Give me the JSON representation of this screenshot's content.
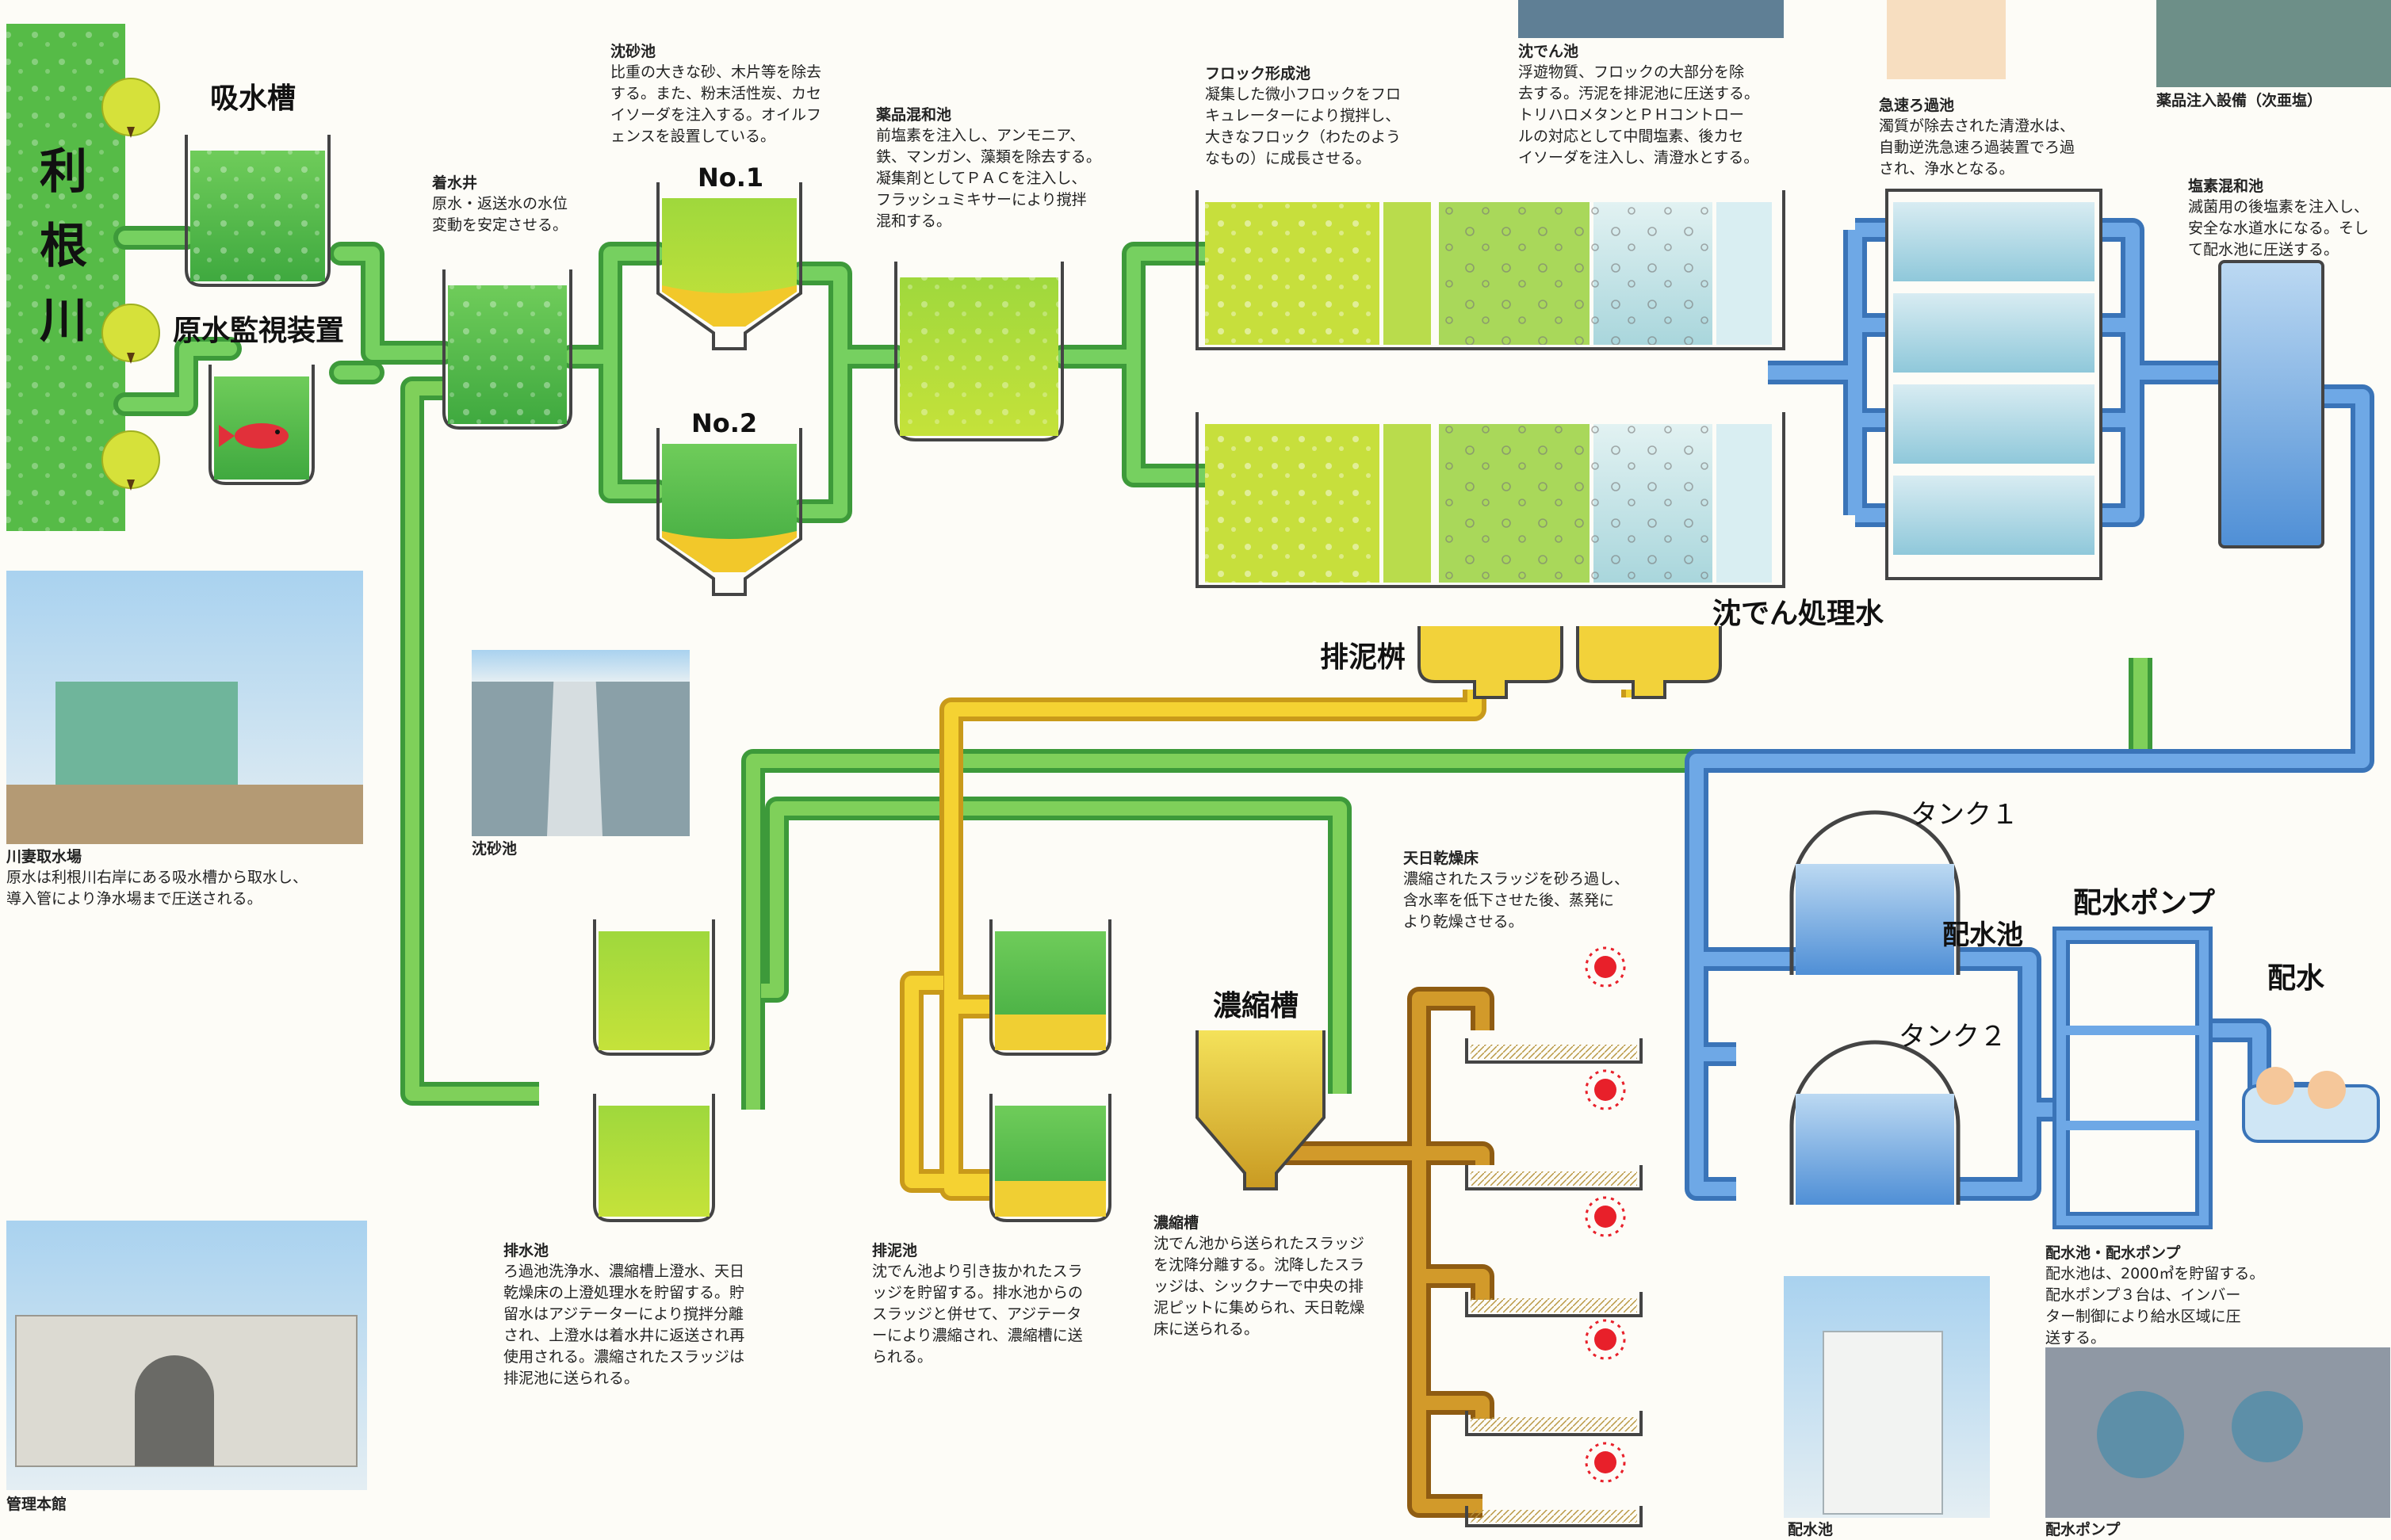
{
  "river": {
    "label_1": "利",
    "label_2": "根",
    "label_3": "川"
  },
  "labels": {
    "intake_tank": "吸水槽",
    "monitor": "原水監視装置",
    "no1": "No.1",
    "no2": "No.2",
    "mud_pit": "排泥桝",
    "settled_water": "沈でん処理水",
    "thickener": "濃縮槽",
    "tank1": "タンク１",
    "tank2": "タンク２",
    "reservoir": "配水池",
    "pump": "配水ポンプ",
    "distribution": "配水"
  },
  "captions": {
    "receiving_well": {
      "title": "着水井",
      "body": "原水・返送水の水位\n変動を安定させる。"
    },
    "grit": {
      "title": "沈砂池",
      "body": "比重の大きな砂、木片等を除去\nする。また、粉末活性炭、カセ\nイソーダを注入する。オイルフ\nェンスを設置している。"
    },
    "chem_mix": {
      "title": "薬品混和池",
      "body": "前塩素を注入し、アンモニア、\n鉄、マンガン、藻類を除去する。\n凝集剤としてＰＡＣを注入し、\nフラッシュミキサーにより撹拌\n混和する。"
    },
    "floc": {
      "title": "フロック形成池",
      "body": "凝集した微小フロックをフロ\nキュレーターにより撹拌し、\n大きなフロック（わたのよう\nなもの）に成長させる。"
    },
    "sediment": {
      "title": "沈でん池",
      "body": "浮遊物質、フロックの大部分を除\n去する。汚泥を排泥池に圧送する。\nトリハロメタンとＰＨコントロー\nルの対応として中間塩素、後カセ\nイソーダを注入し、清澄水とする。"
    },
    "rapid_filter": {
      "title": "急速ろ過池",
      "body": "濁質が除去された清澄水は、\n自動逆洗急速ろ過装置でろ過\nされ、浄水となる。"
    },
    "chem_equipment": {
      "title": "薬品注入設備（次亜塩）",
      "body": ""
    },
    "chlorine": {
      "title": "塩素混和池",
      "body": "滅菌用の後塩素を注入し、\n安全な水道水になる。そし\nて配水池に圧送する。"
    },
    "kawatsuma": {
      "title": "川妻取水場",
      "body": "原水は利根川右岸にある吸水槽から取水し、\n導入管により浄水場まで圧送される。"
    },
    "grit_photo": {
      "title": "沈砂池",
      "body": ""
    },
    "drain_pond": {
      "title": "排水池",
      "body": "ろ過池洗浄水、濃縮槽上澄水、天日\n乾燥床の上澄処理水を貯留する。貯\n留水はアジテーターにより撹拌分離\nされ、上澄水は着水井に返送され再\n使用される。濃縮されたスラッジは\n排泥池に送られる。"
    },
    "sludge_pond": {
      "title": "排泥池",
      "body": "沈でん池より引き抜かれたスラ\nッジを貯留する。排水池からの\nスラッジと併せて、アジテータ\nーにより濃縮され、濃縮槽に送\nられる。"
    },
    "thickener": {
      "title": "濃縮槽",
      "body": "沈でん池から送られたスラッジ\nを沈降分離する。沈降したスラ\nッジは、シックナーで中央の排\n泥ピットに集められ、天日乾燥\n床に送られる。"
    },
    "drying_bed": {
      "title": "天日乾燥床",
      "body": "濃縮されたスラッジを砂ろ過し、\n含水率を低下させた後、蒸発に\nより乾燥させる。"
    },
    "reservoir_pump": {
      "title": "配水池・配水ポンプ",
      "body": "配水池は、2000㎥を貯留する。\n配水ポンプ３台は、インバー\nター制御により給水区域に圧\n送する。"
    },
    "admin": {
      "title": "管理本館",
      "body": ""
    },
    "reservoir_photo": {
      "title": "配水池",
      "body": ""
    },
    "pump_photo": {
      "title": "配水ポンプ",
      "body": ""
    }
  },
  "colors": {
    "river": "#5dbf4a",
    "raw_water": "#4fb84a",
    "pipe_green": "#55c34c",
    "pipe_yellow": "#f2cd2a",
    "pipe_brown": "#c98a1e",
    "pipe_blue": "#5e9fe0",
    "clear_water": "#cfe7ee",
    "floc_water": "#c8e04a",
    "sun": "#e8202a"
  }
}
